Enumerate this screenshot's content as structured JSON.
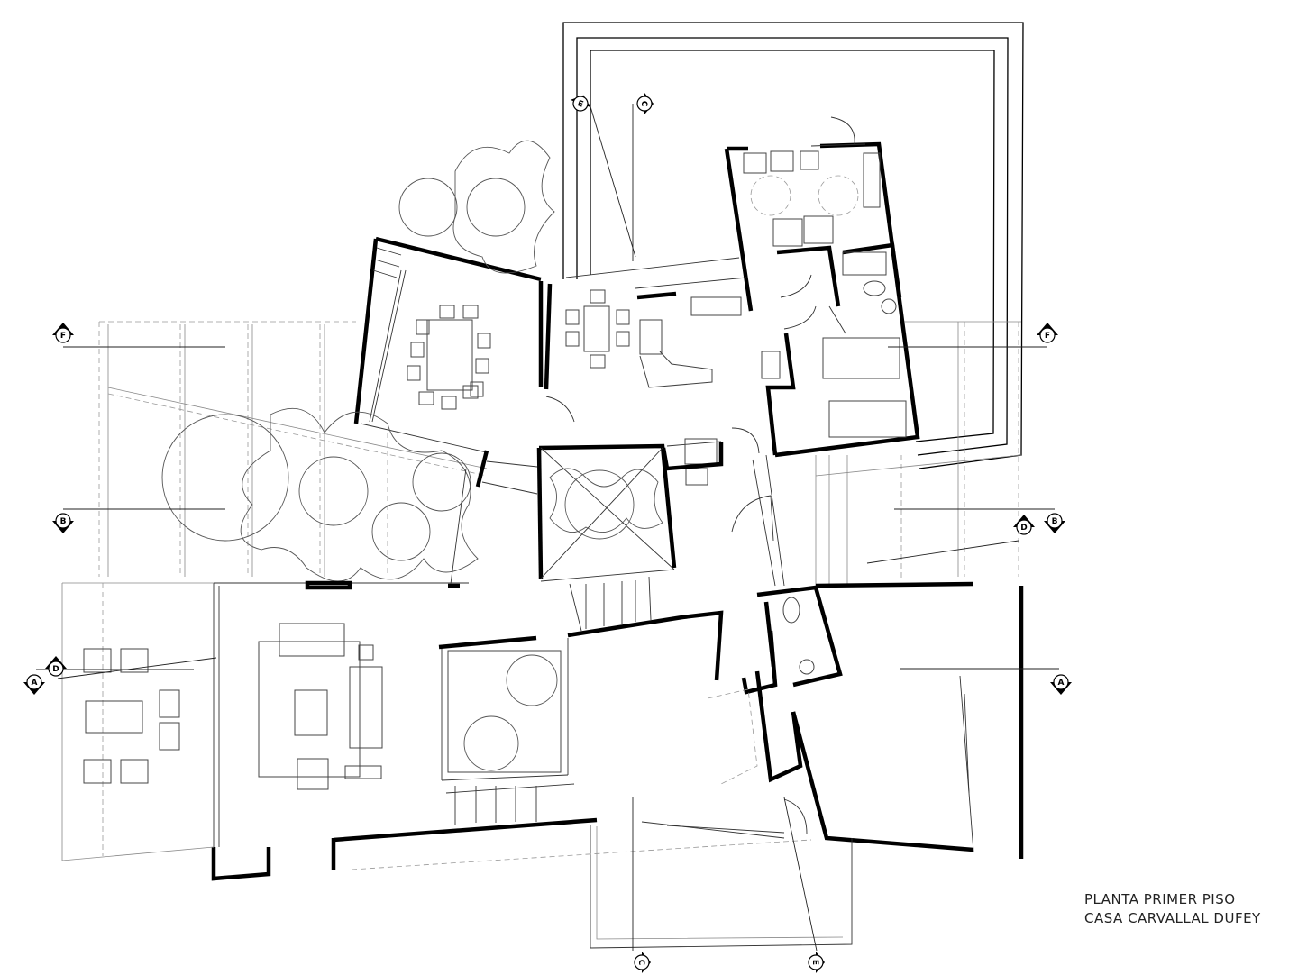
{
  "title": {
    "line1": "PLANTA PRIMER PISO",
    "line2": "CASA CARVALLAL DUFEY"
  },
  "section_markers": [
    {
      "id": "m-e-top",
      "letter": "E"
    },
    {
      "id": "m-c-top",
      "letter": "C"
    },
    {
      "id": "m-f-left",
      "letter": "F"
    },
    {
      "id": "m-f-right",
      "letter": "F"
    },
    {
      "id": "m-b-left",
      "letter": "B"
    },
    {
      "id": "m-b-right",
      "letter": "B"
    },
    {
      "id": "m-d-right",
      "letter": "D"
    },
    {
      "id": "m-d-left",
      "letter": "D"
    },
    {
      "id": "m-a-left",
      "letter": "A"
    },
    {
      "id": "m-a-right",
      "letter": "A"
    },
    {
      "id": "m-c-bottom",
      "letter": "C"
    },
    {
      "id": "m-e-bottom",
      "letter": "E"
    }
  ]
}
